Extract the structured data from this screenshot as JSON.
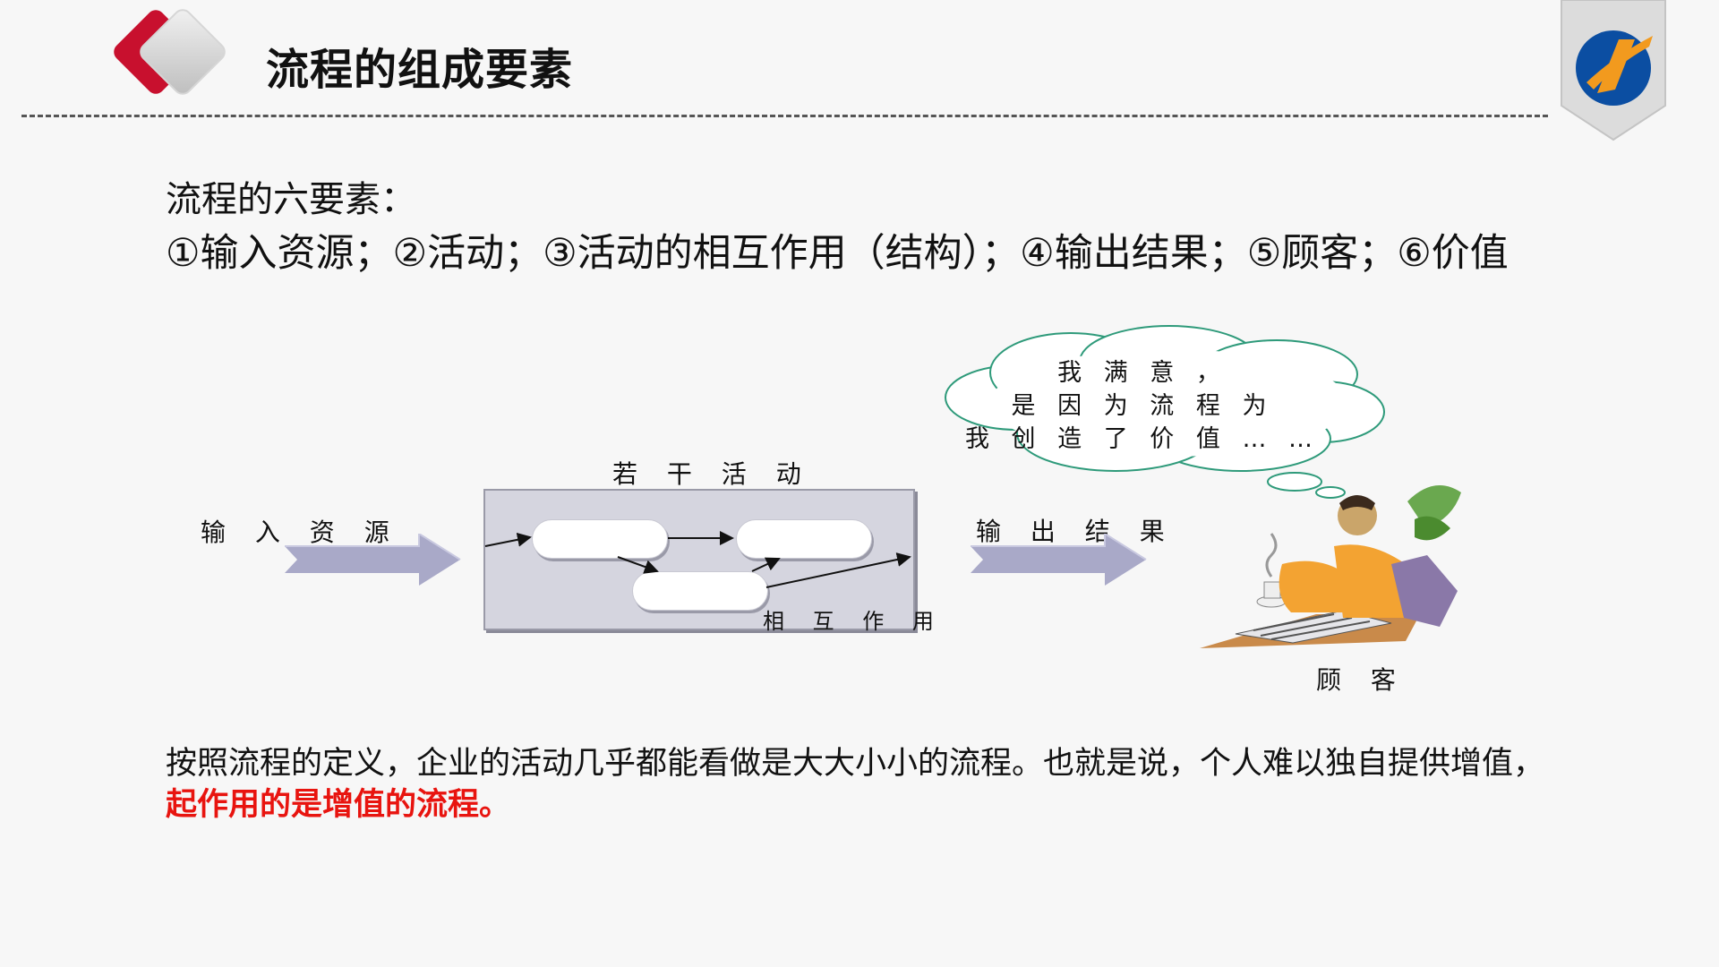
{
  "header": {
    "title": "流程的组成要素",
    "logo_colors": {
      "red": "#c8102e",
      "blue": "#0b4ea2",
      "orange": "#f29a1e"
    }
  },
  "intro": {
    "heading": "流程的六要素：",
    "elements": "①输入资源；②活动；③活动的相互作用（结构）；④输出结果；⑤顾客；⑥价值"
  },
  "diagram": {
    "input_label": "输 入 资 源",
    "activities_label": "若 干 活 动",
    "interaction_label": "相 互 作 用",
    "output_label": "输 出 结 果",
    "customer_label": "顾 客",
    "thought_lines": [
      "我 满 意 ，",
      "是 因 为 流 程 为",
      "我 创 造 了 价 值 … …"
    ],
    "colors": {
      "arrow": "#a9a9c8",
      "box": "#d5d5df",
      "cloud_stroke": "#2e9a7a"
    }
  },
  "conclusion": {
    "line_text": "按照流程的定义，企业的活动几乎都能看做是大大小小的流程。也就是说，个人难以独自提供增值，",
    "highlight": "起作用的是增值的流程。",
    "highlight_color": "#e8140f"
  }
}
